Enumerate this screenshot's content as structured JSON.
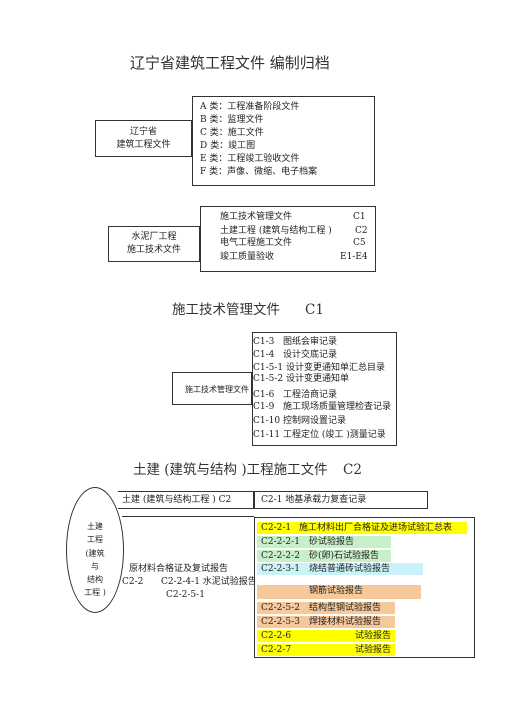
{
  "page_title": "辽宁省建筑工程文件  编制归档",
  "section1": {
    "left_label_lines": [
      "辽宁省",
      "建筑工程文件"
    ],
    "items": [
      "A 类：工程准备阶段文件",
      "B 类：监理文件",
      "C 类：施工文件",
      "D 类：竣工图",
      "E 类：工程竣工验收文件",
      "F 类：声像、微缩、电子档案"
    ]
  },
  "section2": {
    "left_label_lines": [
      "水泥厂工程",
      "施工技术文件"
    ],
    "items": [
      {
        "name": "施工技术管理文件",
        "code": "C1"
      },
      {
        "name": "土建工程 (建筑与结构工程 )",
        "code": "C2"
      },
      {
        "name": "电气工程施工文件",
        "code": "C5"
      },
      {
        "name": "竣工质量验收",
        "code": "E1-E4"
      }
    ]
  },
  "section3": {
    "title": "施工技术管理文件",
    "title_code": "C1",
    "left_label": "施工技术管理文件",
    "left_code": "C1",
    "items": [
      {
        "code": "C1-3",
        "name": "图纸会审记录"
      },
      {
        "code": "C1-4",
        "name": "设计交底记录"
      },
      {
        "code": "C1-5-1",
        "name": "设计变更通知单汇总目录"
      },
      {
        "code": "C1-5-2",
        "name": "设计变更通知单"
      },
      {
        "code": "C1-6",
        "name": "工程洽商记录"
      },
      {
        "code": "C1-9",
        "name": "施工现场质量管理检查记录"
      },
      {
        "code": "C1-10",
        "name": "控制网设置记录"
      },
      {
        "code": "C1-11",
        "name": "工程定位 (竣工 )测量记录"
      }
    ]
  },
  "section4": {
    "title": "土建 (建筑与结构 )工程施工文件",
    "title_code": "C2",
    "ellipse_lines": [
      "土建",
      "工程",
      "(建筑",
      "与",
      "结构",
      "工程 )"
    ],
    "top_left": "土建 (建筑与结构工程 ) C2",
    "top_right": "C2-1   地基承载力复查记录",
    "mid_label": "原材料合格证及复试报告",
    "mid_code": "C2-2",
    "mid_sub": "C2-2-4-1 水泥试验报告",
    "mid_sub2": "C2-2-5-1",
    "items": [
      {
        "code": "C2-2-1",
        "name": "施工材料出厂合格证及进场试验汇总表",
        "color": "#ffff00"
      },
      {
        "code": "C2-2-2-1",
        "name": "砂试验报告",
        "color": "#c8f0c8"
      },
      {
        "code": "C2-2-2-2",
        "name": "砂(卵)石试验报告",
        "color": "#c8f0c8"
      },
      {
        "code": "C2-2-3-1",
        "name": "烧结普通砖试验报告",
        "color": "#c9f3f8"
      },
      {
        "code": "",
        "name": "钢筋试验报告",
        "color": "#f7c89a"
      },
      {
        "code": "C2-2-5-2",
        "name": "结构型钢试验报告",
        "color": "#f7c89a"
      },
      {
        "code": "C2-2-5-3",
        "name": "焊接材料试验报告",
        "color": "#f7c89a"
      },
      {
        "code": "C2-2-6",
        "name": "试验报告",
        "color": "#ffff00"
      },
      {
        "code": "C2-2-7",
        "name": "试验报告",
        "color": "#ffff00"
      }
    ]
  }
}
